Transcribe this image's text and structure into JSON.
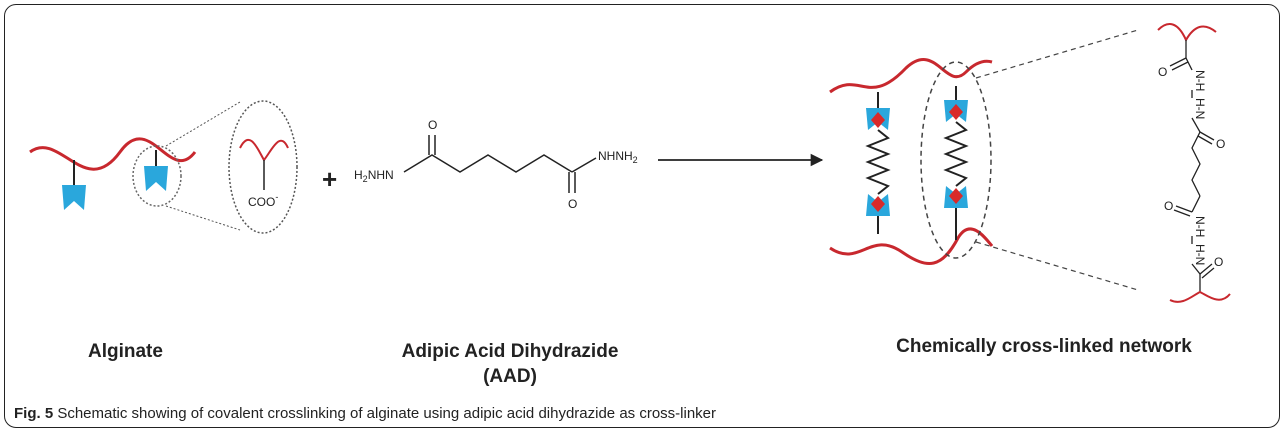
{
  "colors": {
    "chain": "#c8282e",
    "block": "#2aa7dc",
    "dot": "#d92a2a",
    "ink": "#222222",
    "circle": "#555555"
  },
  "alginate": {
    "title": "Alginate",
    "carboxylate": "COO",
    "charge": "-"
  },
  "reagent": {
    "plus": "+",
    "left_group": "H2NHN",
    "right_group": "NHNH2",
    "oxygen": "O",
    "title_line1": "Adipic Acid Dihydrazide",
    "title_line2": "(AAD)"
  },
  "product": {
    "title": "Chemically cross-linked network",
    "zoom_oxygen": "O",
    "zoom_nh": "N-H",
    "zoom_hn": "H-N"
  },
  "caption": {
    "label": "Fig. 5",
    "text": " Schematic showing of covalent crosslinking of alginate using adipic acid dihydrazide as cross-linker"
  }
}
